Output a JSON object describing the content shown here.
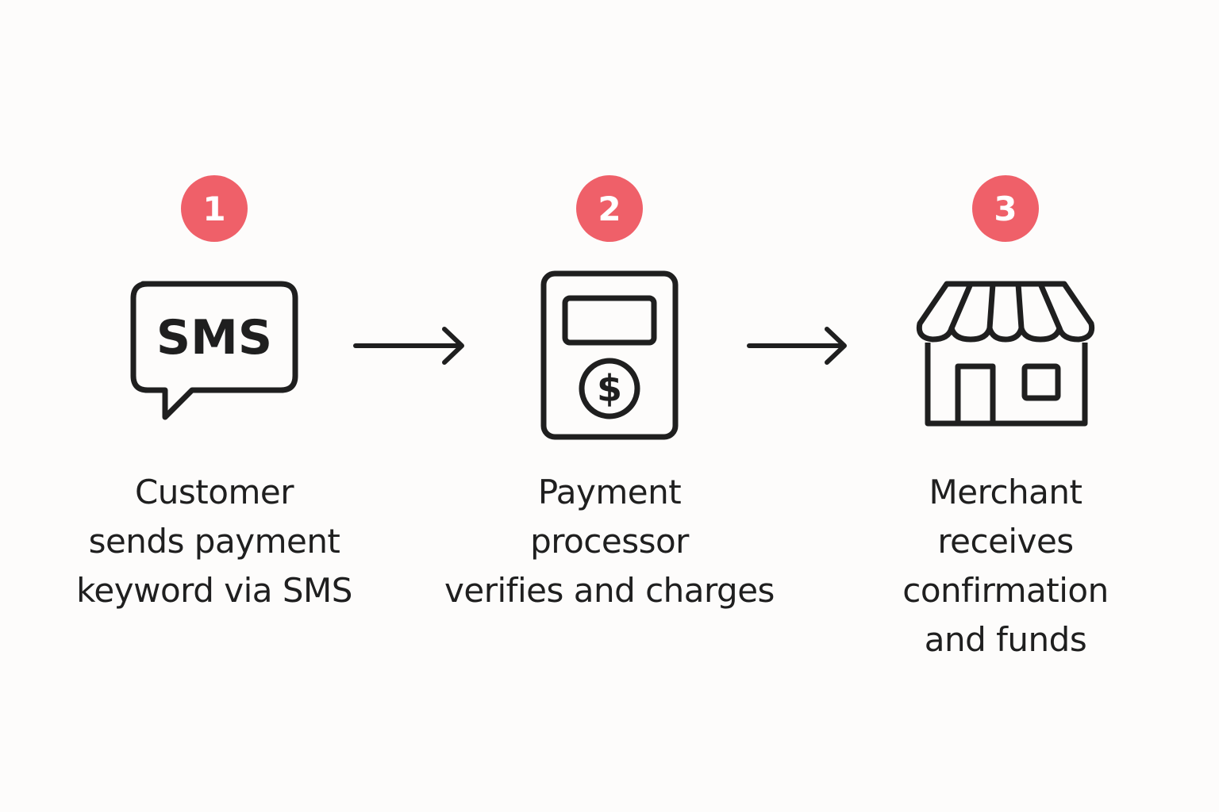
{
  "colors": {
    "accent": "#ef6069",
    "ink": "#1f1f1f",
    "background": "#fdfcfb"
  },
  "steps": [
    {
      "number": "1",
      "icon": "sms-chat-bubble-icon",
      "icon_text": "SMS",
      "caption_lines": [
        "Customer",
        "sends payment",
        "keyword via SMS"
      ]
    },
    {
      "number": "2",
      "icon": "payment-terminal-icon",
      "caption_lines": [
        "Payment",
        "processor",
        "verifies and charges"
      ]
    },
    {
      "number": "3",
      "icon": "storefront-icon",
      "caption_lines": [
        "Merchant",
        "receives",
        "confirmation",
        "and funds"
      ]
    }
  ],
  "connectors": [
    {
      "from": "1",
      "to": "2",
      "icon": "arrow-right-icon"
    },
    {
      "from": "2",
      "to": "3",
      "icon": "arrow-right-icon"
    }
  ]
}
